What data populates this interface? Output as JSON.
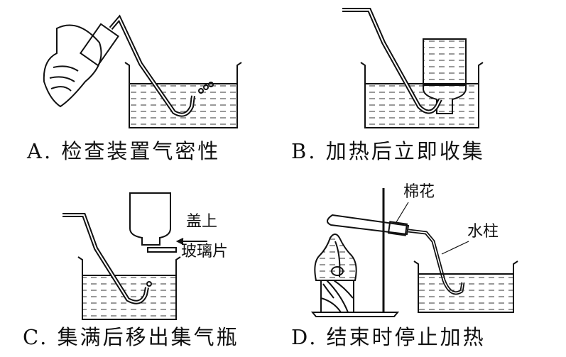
{
  "panels": [
    {
      "caption": "A. 检查装置气密性"
    },
    {
      "caption": "B. 加热后立即收集"
    },
    {
      "caption": "C. 集满后移出集气瓶"
    },
    {
      "caption": "D. 结束时停止加热"
    }
  ],
  "labels": {
    "cover_line1": "盖上",
    "cover_line2": "玻璃片",
    "cotton": "棉花",
    "water_column": "水柱"
  }
}
